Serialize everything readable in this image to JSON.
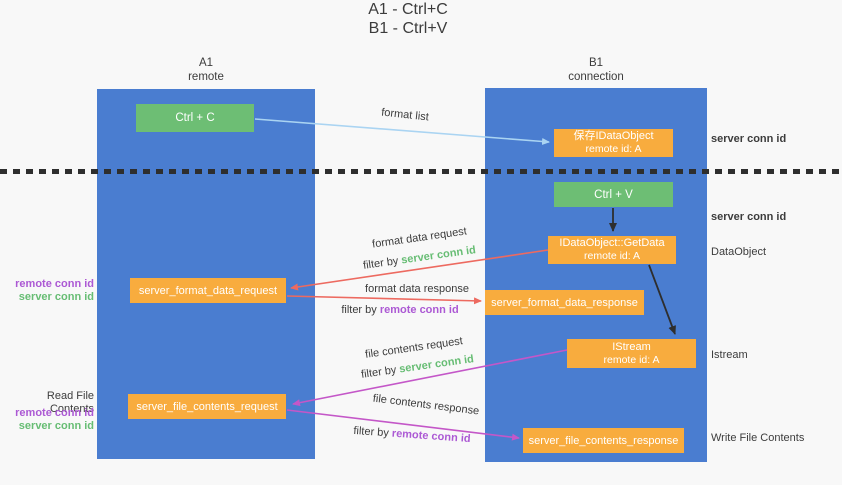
{
  "title": {
    "line1": "A1 - Ctrl+C",
    "line2": "B1 - Ctrl+V"
  },
  "lifelines": {
    "a1": {
      "name": "A1",
      "role": "remote"
    },
    "b1": {
      "name": "B1",
      "role": "connection"
    }
  },
  "boxes": {
    "ctrl_c": {
      "label": "Ctrl + C"
    },
    "ctrl_v": {
      "label": "Ctrl + V"
    },
    "save_dataobject": {
      "line1": "保存IDataObject",
      "line2": "remote id: A"
    },
    "getdata": {
      "line1": "IDataObject::GetData",
      "line2": "remote id: A"
    },
    "istream": {
      "line1": "IStream",
      "line2": "remote id: A"
    },
    "format_request": {
      "label": "server_format_data_request"
    },
    "format_response": {
      "label": "server_format_data_response"
    },
    "file_request": {
      "label": "server_file_contents_request"
    },
    "file_response": {
      "label": "server_file_contents_response"
    }
  },
  "arrows": {
    "format_list": {
      "label": "format list"
    },
    "format_data_request": {
      "label": "format data request",
      "filter_prefix": "filter by ",
      "filter_key": "server conn id"
    },
    "format_data_response": {
      "label": "format data response",
      "filter_prefix": "filter by ",
      "filter_key": "remote conn id"
    },
    "file_contents_request": {
      "label": "file contents request",
      "filter_prefix": "filter by ",
      "filter_key": "server conn id"
    },
    "file_contents_response": {
      "label": "file contents response",
      "filter_prefix": "filter by ",
      "filter_key": "remote conn id"
    }
  },
  "annotations": {
    "right_server_conn_top": "server conn id",
    "right_server_conn_mid": "server conn id",
    "dataobject": "DataObject",
    "istream": "Istream",
    "write_file": "Write File Contents",
    "left_remote_conn_top": "remote conn id",
    "left_server_conn_top": "server conn id",
    "read_file": "Read File Contents",
    "left_remote_conn_bottom": "remote conn id",
    "left_server_conn_bottom": "server conn id"
  },
  "colors": {
    "lifeline_blue": "#4a7dd0",
    "box_green": "#6dbe74",
    "box_orange": "#f8ac3e",
    "green_text": "#67bd74",
    "purple_text": "#ac59d4",
    "red_arrow": "#ed6a60",
    "magenta_arrow": "#c457c8",
    "light_blue_arrow": "#aad4f2",
    "black_arrow": "#2e2e2e"
  }
}
